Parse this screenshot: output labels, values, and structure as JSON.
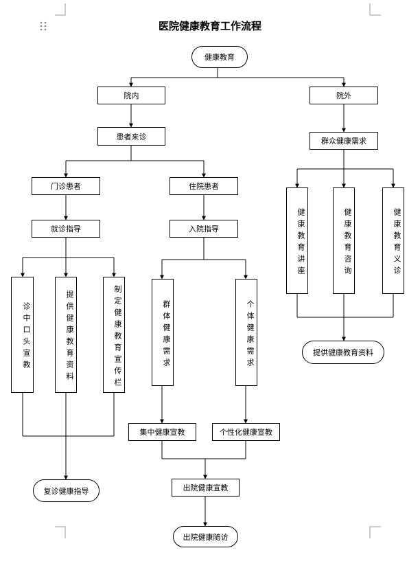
{
  "title": "医院健康教育工作流程",
  "nodes": {
    "root": "健康教育",
    "inside": "院内",
    "outside": "院外",
    "patient_visit": "患者来诊",
    "public_needs": "群众健康需求",
    "outpatient": "门诊患者",
    "inpatient": "住院患者",
    "visit_guidance": "就诊指导",
    "admission_guidance": "入院指导",
    "oral_education": "诊中口头宣教",
    "provide_materials": "提供健康教育资料",
    "bulletin_board": "制定健康教育宣传栏",
    "group_needs": "群体健康需求",
    "individual_needs": "个体健康需求",
    "lecture": "健康教育讲座",
    "consultation": "健康教育咨询",
    "free_clinic": "健康教育义诊",
    "outside_materials": "提供健康教育资料",
    "collective_education": "集中健康宣教",
    "personal_education": "个性化健康宣教",
    "discharge_education": "出院健康宣教",
    "followup_guidance": "复诊健康指导",
    "discharge_followup": "出院健康随访"
  }
}
